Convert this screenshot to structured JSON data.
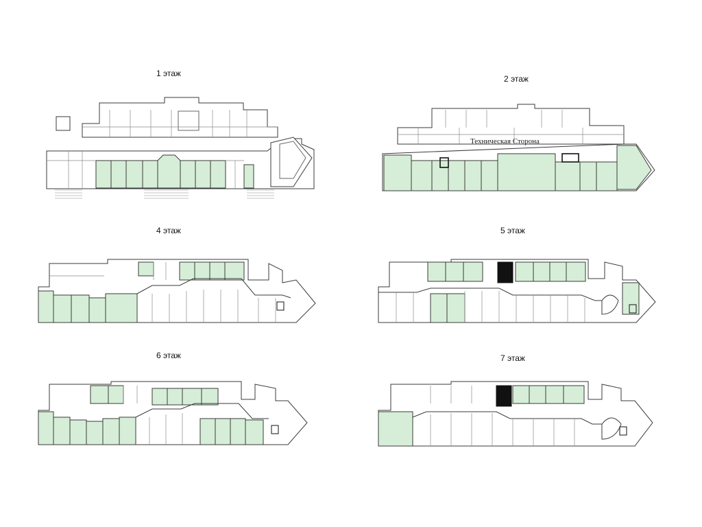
{
  "colors": {
    "green": "#d6eed7",
    "white": "#ffffff",
    "line": "#3a3a3a",
    "thin": "#8a8a8a",
    "dark": "#111111"
  },
  "floors": [
    {
      "id": "f1",
      "title": "1 этаж"
    },
    {
      "id": "f2",
      "title": "2 этаж",
      "annotation": "Техническая Сторона"
    },
    {
      "id": "f4",
      "title": "4 этаж"
    },
    {
      "id": "f5",
      "title": "5 этаж"
    },
    {
      "id": "f6",
      "title": "6 этаж"
    },
    {
      "id": "f7",
      "title": "7 этаж"
    }
  ]
}
